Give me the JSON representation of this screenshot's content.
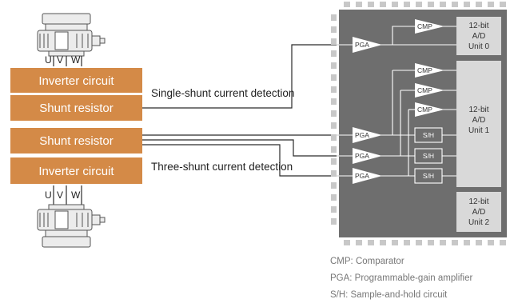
{
  "colors": {
    "block": "#d48a47",
    "chip": "#6e6e6e",
    "chip_inner": "#d9d9d9",
    "triangle": "#ffffff",
    "wire": "#2a2a2a",
    "legend_text": "#777777"
  },
  "motors": {
    "top_phase_labels": [
      "U",
      "V",
      "W"
    ],
    "bottom_phase_labels": [
      "U",
      "V",
      "W"
    ]
  },
  "blocks": {
    "inverter_top": "Inverter circuit",
    "shunt_top": "Shunt resistor",
    "shunt_bottom": "Shunt resistor",
    "inverter_bottom": "Inverter circuit"
  },
  "detection_labels": {
    "single": "Single-shunt current detection",
    "three": "Three-shunt current detection"
  },
  "chip": {
    "pga_label": "PGA",
    "cmp_label": "CMP",
    "sh_label": "S/H",
    "units": [
      {
        "line1": "12-bit",
        "line2": "A/D",
        "line3": "Unit 0"
      },
      {
        "line1": "12-bit",
        "line2": "A/D",
        "line3": "Unit 1"
      },
      {
        "line1": "12-bit",
        "line2": "A/D",
        "line3": "Unit 2"
      }
    ]
  },
  "legend": [
    "CMP: Comparator",
    "PGA: Programmable-gain amplifier",
    "S/H: Sample-and-hold circuit"
  ]
}
